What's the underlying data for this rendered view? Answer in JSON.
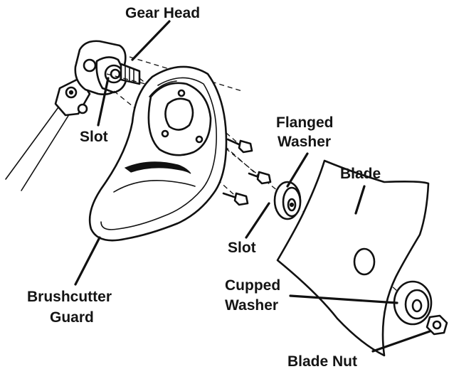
{
  "labels": {
    "gear_head": "Gear Head",
    "slot_top": "Slot",
    "flanged_washer_1": "Flanged",
    "flanged_washer_2": "Washer",
    "blade": "Blade",
    "slot_bottom": "Slot",
    "cupped_washer_1": "Cupped",
    "cupped_washer_2": "Washer",
    "brushcutter_guard_1": "Brushcutter",
    "brushcutter_guard_2": "Guard",
    "blade_nut": "Blade Nut"
  }
}
